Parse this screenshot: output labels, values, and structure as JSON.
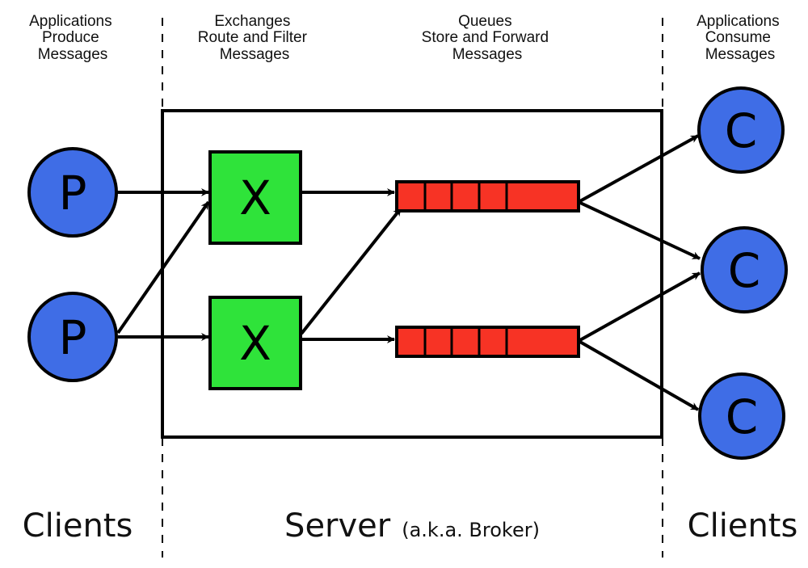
{
  "columns": {
    "producers": [
      "Applications",
      "Produce",
      "Messages"
    ],
    "exchanges": [
      "Exchanges",
      "Route and Filter",
      "Messages"
    ],
    "queues": [
      "Queues",
      "Store and Forward",
      "Messages"
    ],
    "consumers": [
      "Applications",
      "Consume",
      "Messages"
    ]
  },
  "nodes": {
    "producer_label": "P",
    "exchange_label": "X",
    "consumer_label": "C"
  },
  "footer": {
    "left_clients": "Clients",
    "server": "Server",
    "server_aka": "(a.k.a. Broker)",
    "right_clients": "Clients"
  },
  "colors": {
    "producer_fill": "#3f6de6",
    "consumer_fill": "#3f6de6",
    "exchange_fill": "#2fe33a",
    "queue_fill": "#f73325",
    "stroke": "#000000"
  }
}
